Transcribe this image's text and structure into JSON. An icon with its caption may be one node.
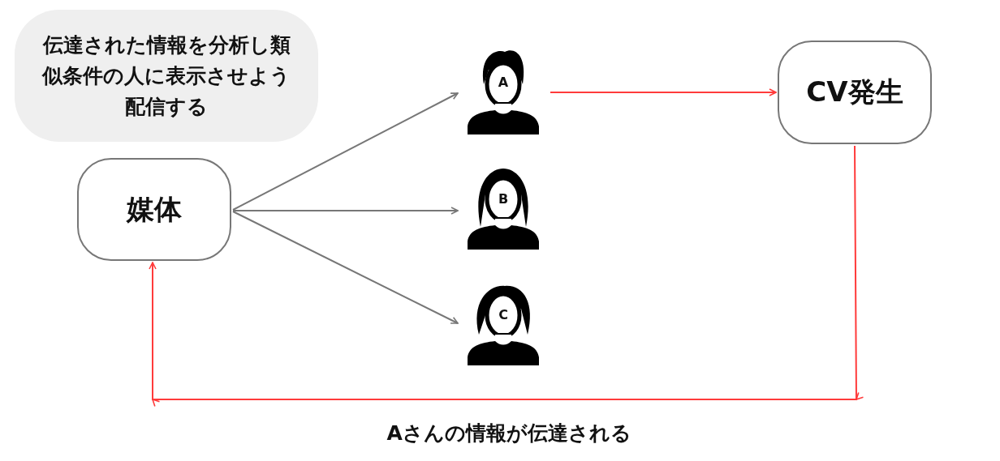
{
  "diagram": {
    "nodes": [
      {
        "text": [
          "伝達された情報を分析し類似条件の人に表示させよう配信する"
        ]
      },
      {
        "text": [
          "媒体"
        ]
      },
      {
        "text": [
          "A"
        ]
      },
      {
        "text": [
          "B"
        ]
      },
      {
        "text": [
          "C"
        ]
      },
      {
        "text": [
          "CV発生"
        ]
      }
    ],
    "edges": [
      {
        "from": 1,
        "to": 2,
        "arrow": "to"
      },
      {
        "from": 1,
        "to": 3,
        "arrow": "to"
      },
      {
        "from": 1,
        "to": 4,
        "arrow": "to"
      },
      {
        "from": 2,
        "to": 5,
        "arrow": "to",
        "color": "#ff3b3b"
      },
      {
        "from": 5,
        "to": 1,
        "arrow": "to",
        "color": "#ff3b3b",
        "label": "Aさんの情報が伝達される"
      }
    ]
  }
}
